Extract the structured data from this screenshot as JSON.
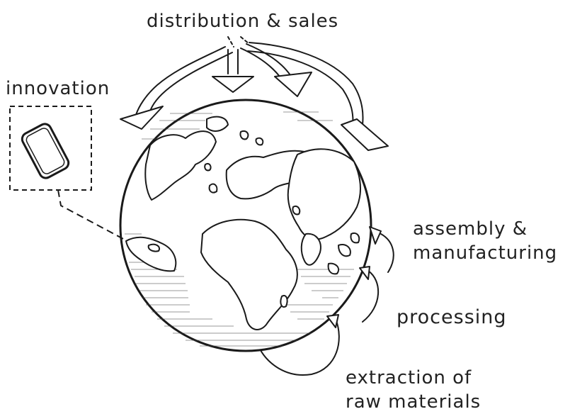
{
  "labels": {
    "distribution": "distribution & sales",
    "innovation": "innovation",
    "assembly_line1": "assembly &",
    "assembly_line2": "manufacturing",
    "processing": "processing",
    "extraction_line1": "extraction of",
    "extraction_line2": "raw materials"
  },
  "icons": {
    "globe": "globe-icon",
    "phone": "phone-icon"
  },
  "colors": {
    "ink": "#1a1a1a",
    "background": "#ffffff"
  }
}
